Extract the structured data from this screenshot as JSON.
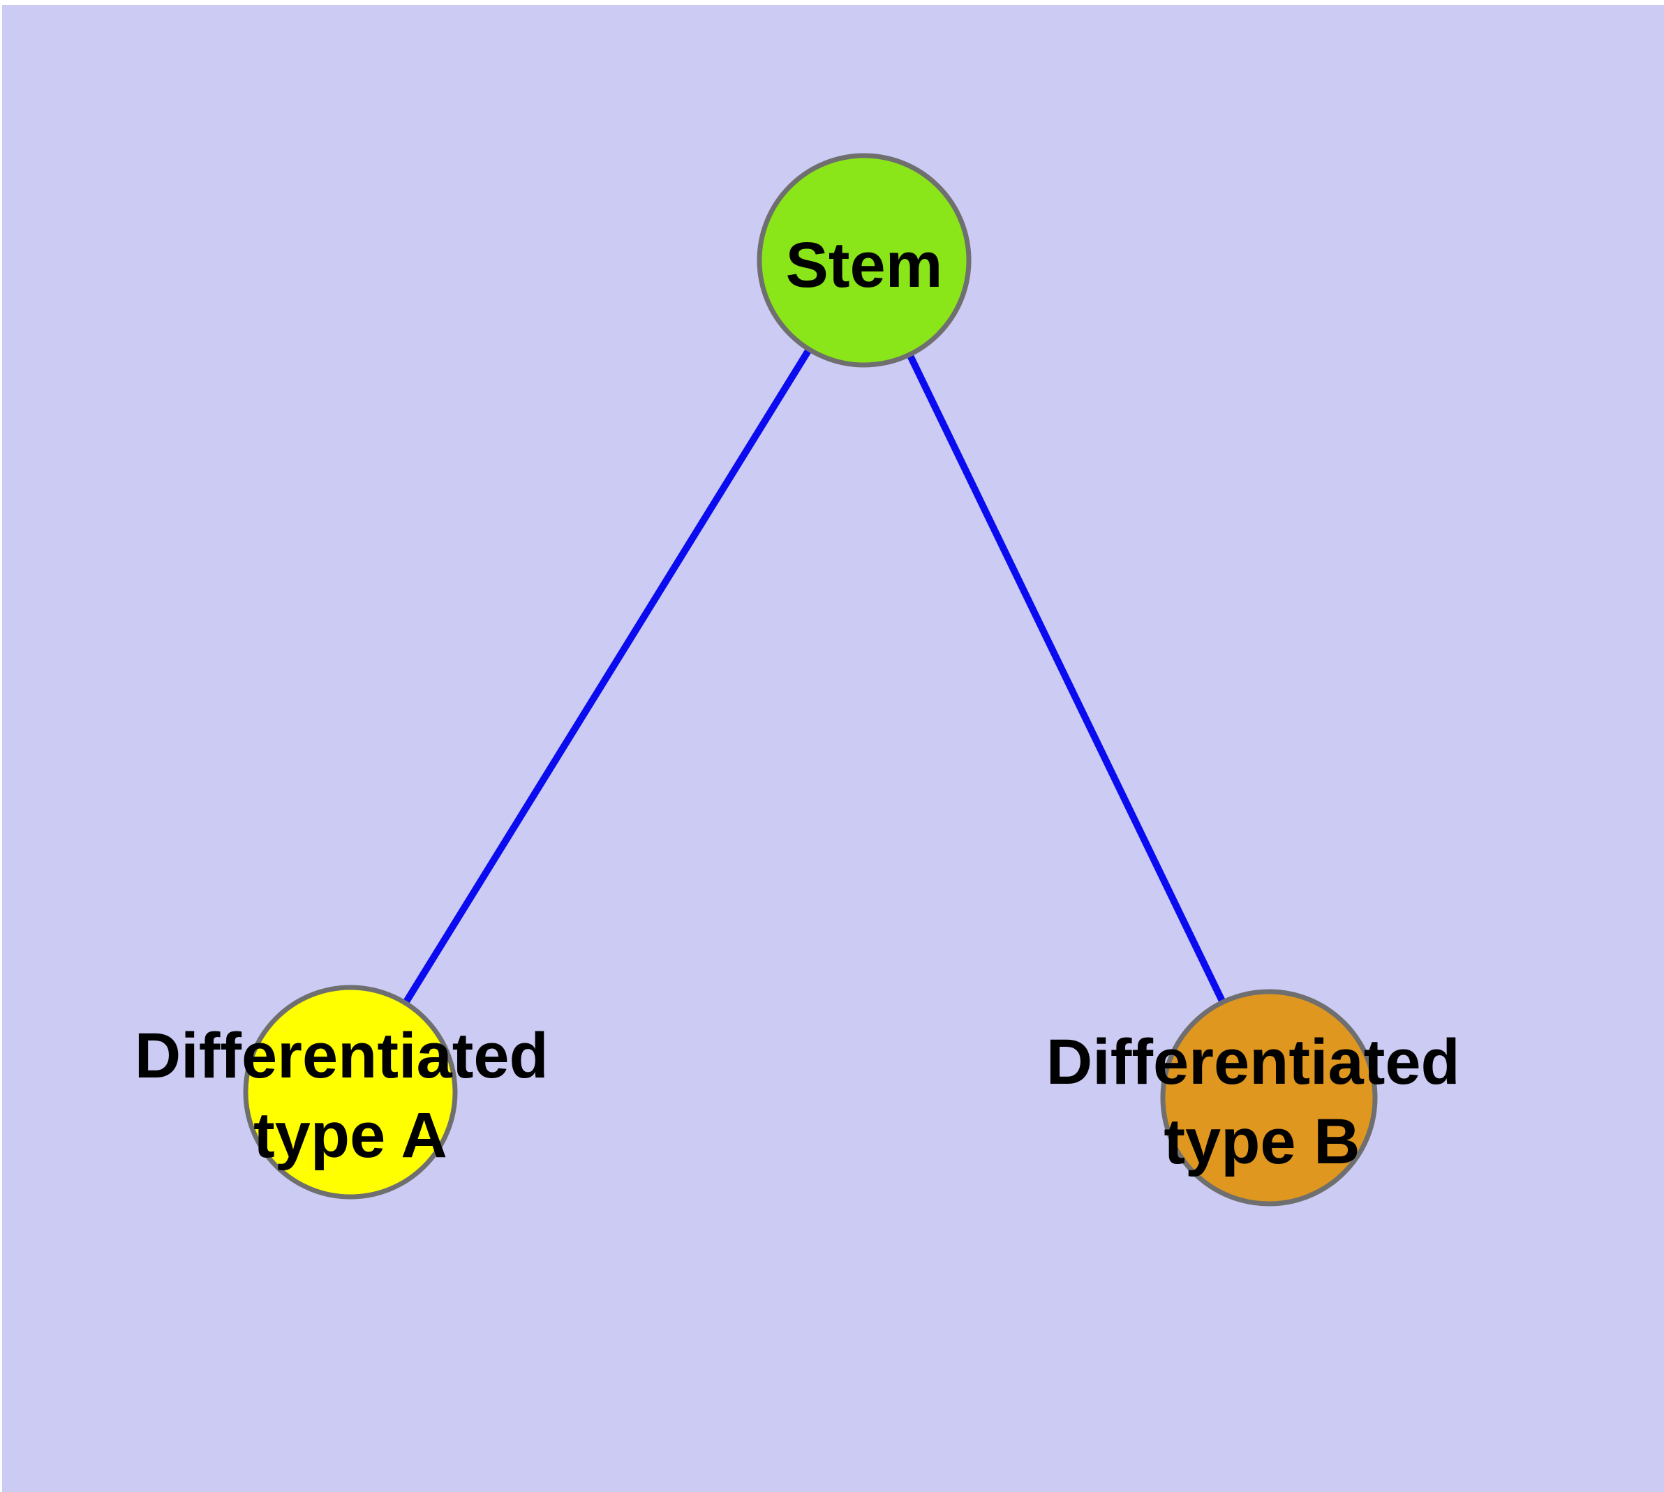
{
  "diagram": {
    "type": "node-link-graph",
    "background_color": "#cbcbf4",
    "page_margin_color": "#ffffff",
    "edge_color": "#0b0bef",
    "node_border_color": "#6f6f6f",
    "label_color": "#000000",
    "nodes": {
      "stem": {
        "label": "Stem",
        "fill": "#8ae618"
      },
      "type_a": {
        "label": "Differentiated type A",
        "label_lines": [
          "Differentiated",
          "type A"
        ],
        "fill": "#ffff00"
      },
      "type_b": {
        "label": "Differentiated type B",
        "label_lines": [
          "Differentiated",
          "type B"
        ],
        "fill": "#e0971f"
      }
    },
    "edges": [
      {
        "from": "Stem",
        "to": "Differentiated type A"
      },
      {
        "from": "Stem",
        "to": "Differentiated type B"
      }
    ]
  }
}
